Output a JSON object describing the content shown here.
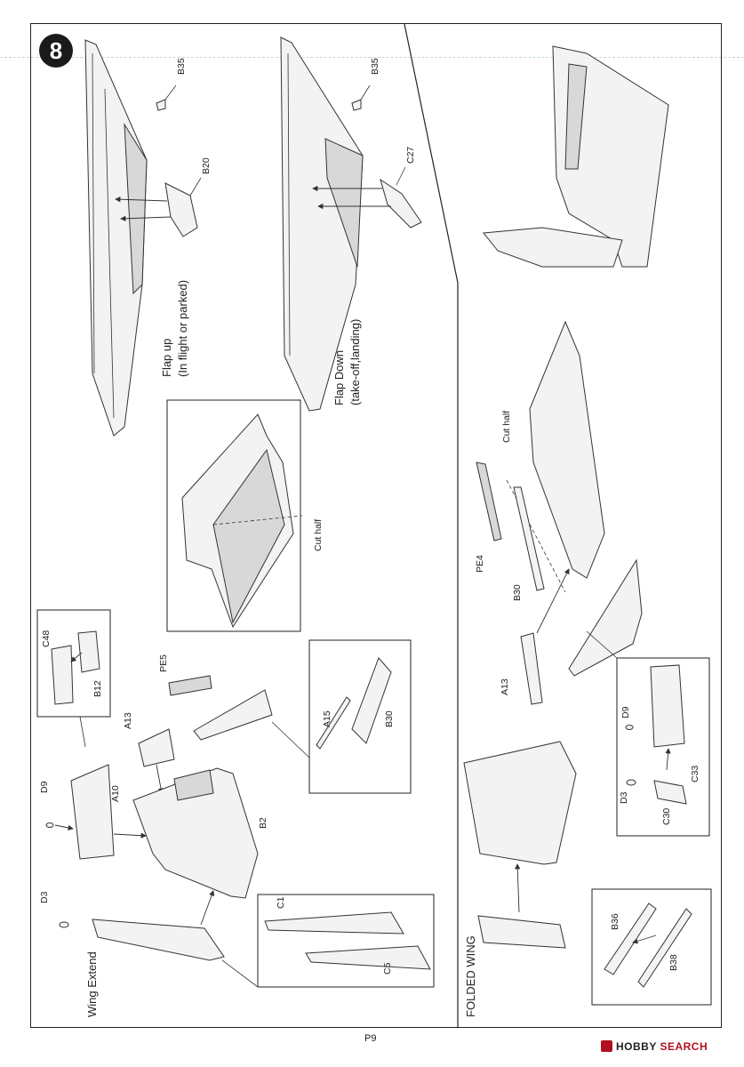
{
  "step": {
    "number": "8"
  },
  "labels": {
    "b35_a": "B35",
    "b20": "B20",
    "flap_up_title": "Flap up",
    "flap_up_sub": "(In flight or parked)",
    "b35_b": "B35",
    "c27": "C27",
    "flap_down_title": "Flap Down",
    "flap_down_sub": "(take-off,landing)",
    "cut_half_detail": "Cut half",
    "cut_half_right": "Cut half",
    "pe4": "PE4",
    "b30_right": "B30",
    "a13_right": "A13",
    "c48": "C48",
    "b12": "B12",
    "pe5": "PE5",
    "a13_left": "A13",
    "a15": "A15",
    "b30_left": "B30",
    "a10": "A10",
    "d9_left": "D9",
    "b2": "B2",
    "d3_left": "D3",
    "c1": "C1",
    "c5": "C5",
    "d9_right": "D9",
    "d3_right": "D3",
    "c30": "C30",
    "c33": "C33",
    "b36": "B36",
    "b38": "B38",
    "wing_extend": "Wing Extend",
    "folded_wing": "FOLDED WING"
  },
  "footer": {
    "page": "P9",
    "watermark_hobby": "HOBBY",
    "watermark_search": "SEARCH"
  }
}
